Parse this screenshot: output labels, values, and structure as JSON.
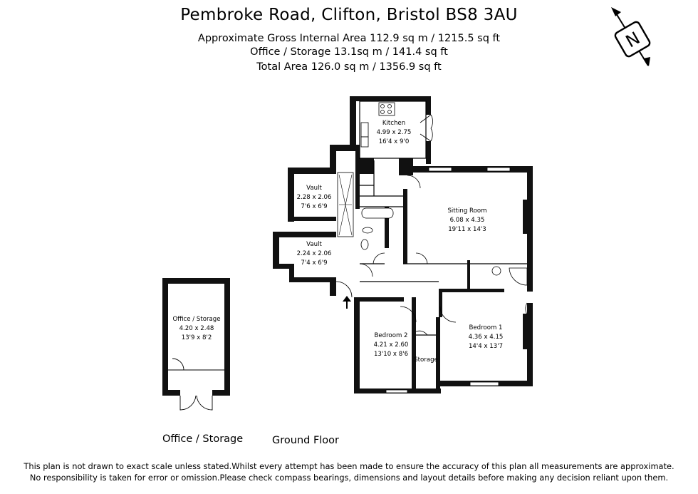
{
  "header": {
    "title": "Pembroke Road, Clifton, Bristol BS8 3AU",
    "gross_area": "Approximate Gross Internal Area 112.9 sq m / 1215.5 sq ft",
    "office_area": "Office / Storage 13.1sq m / 141.4 sq ft",
    "total_area": "Total Area 126.0 sq m / 1356.9 sq ft"
  },
  "compass": {
    "letter": "N",
    "icon": "north-compass-icon"
  },
  "rooms": {
    "kitchen": {
      "name": "Kitchen",
      "metric": "4.99 x 2.75",
      "imperial": "16'4 x 9'0"
    },
    "vault1": {
      "name": "Vault",
      "metric": "2.28 x 2.06",
      "imperial": "7'6 x 6'9"
    },
    "vault2": {
      "name": "Vault",
      "metric": "2.24 x 2.06",
      "imperial": "7'4 x 6'9"
    },
    "sitting": {
      "name": "Sitting Room",
      "metric": "6.08 x 4.35",
      "imperial": "19'11 x 14'3"
    },
    "bedroom2": {
      "name": "Bedroom 2",
      "metric": "4.21 x 2.60",
      "imperial": "13'10 x 8'6"
    },
    "storage": {
      "name": "Storage"
    },
    "bedroom1": {
      "name": "Bedroom 1",
      "metric": "4.36 x 4.15",
      "imperial": "14'4 x 13'7"
    },
    "office": {
      "name": "Office / Storage",
      "metric": "4.20 x 2.48",
      "imperial": "13'9 x 8'2"
    }
  },
  "floor_labels": {
    "office": "Office / Storage",
    "ground": "Ground Floor"
  },
  "disclaimer": {
    "line1": "This plan is not drawn to exact scale unless stated.Whilst every attempt has been made to ensure the accuracy of this plan all measurements are approximate.",
    "line2": "No responsibility is taken for error or omission.Please check compass bearings, dimensions and layout details before making any decision reliant upon them."
  }
}
